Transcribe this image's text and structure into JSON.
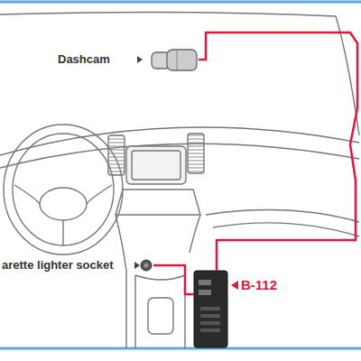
{
  "diagram": {
    "nodes": [
      {
        "text": [
          "Dashcam"
        ]
      },
      {
        "text": [
          "arette lighter socket"
        ]
      },
      {
        "text": [
          "B-112"
        ]
      }
    ],
    "edges": [
      {
        "from": 0,
        "to": 2,
        "arrow": "none"
      },
      {
        "from": 1,
        "to": 2,
        "arrow": "none"
      }
    ]
  }
}
